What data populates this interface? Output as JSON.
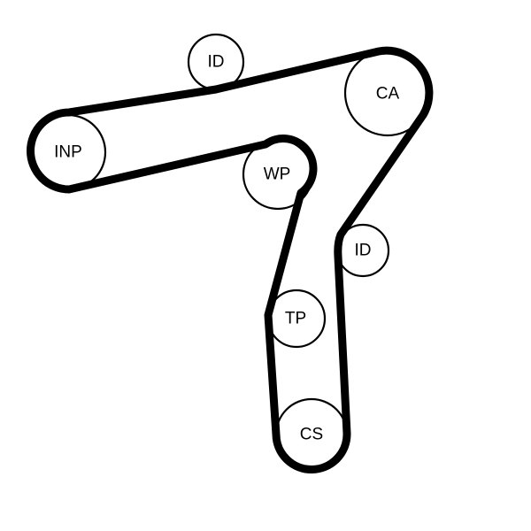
{
  "diagram": {
    "belt_color": "#000000",
    "pulleys": {
      "id_top": "ID",
      "ca": "CA",
      "inp": "INP",
      "wp": "WP",
      "id_right": "ID",
      "tp": "TP",
      "cs": "CS"
    }
  }
}
